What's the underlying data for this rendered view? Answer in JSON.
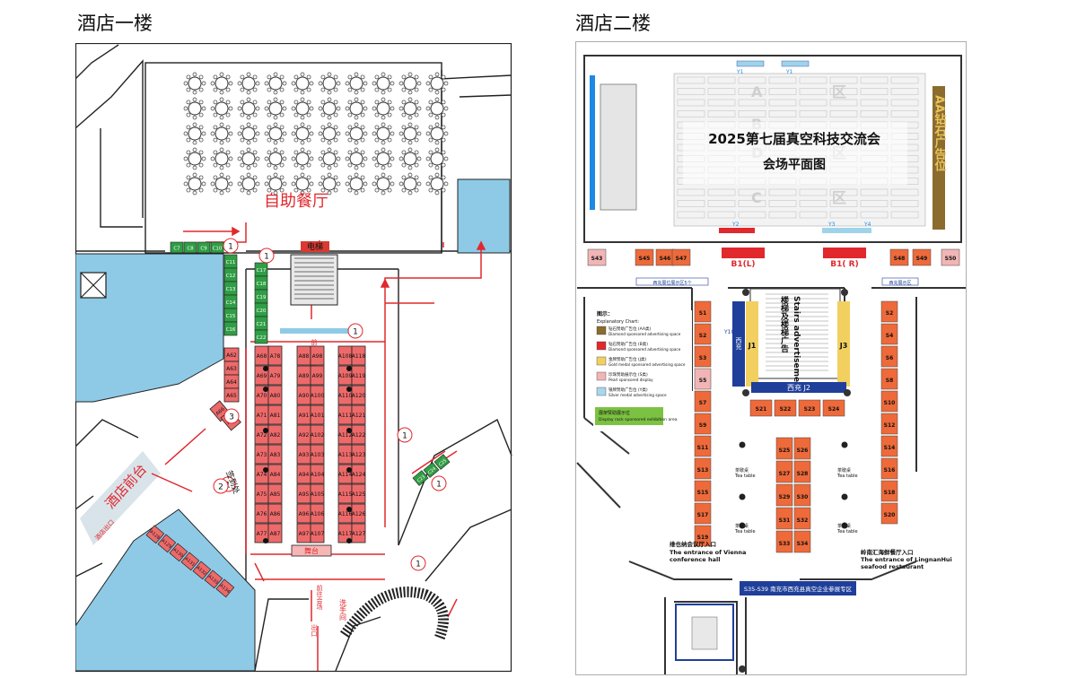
{
  "floor1": {
    "title": "酒店一楼",
    "buffet": "自助餐厅",
    "elevator": "电梯",
    "to_main_venue": "前往主会场",
    "to_venue": "前往会场",
    "exit": "出口",
    "reception": "酒店前台",
    "signin": "签到处",
    "toilet": "洗手间",
    "hotel_exit": "酒店出口",
    "stage": "舞台",
    "booth_columns": [
      [
        "A68",
        "A69",
        "A70",
        "A71",
        "A72",
        "A73",
        "A74",
        "A75",
        "A76",
        "A77"
      ],
      [
        "A78",
        "A79",
        "A80",
        "A81",
        "A82",
        "A83",
        "A84",
        "A85",
        "A86",
        "A87"
      ],
      [
        "A88",
        "A89",
        "A90",
        "A91",
        "A92",
        "A93",
        "A94",
        "A95",
        "A96",
        "A97"
      ],
      [
        "A98",
        "A99",
        "A100",
        "A101",
        "A102",
        "A103",
        "A104",
        "A105",
        "A106",
        "A107"
      ],
      [
        "A108",
        "A109",
        "A110",
        "A111",
        "A112",
        "A113",
        "A114",
        "A115",
        "A116",
        "A117"
      ],
      [
        "A118",
        "A119",
        "A120",
        "A121",
        "A122",
        "A123",
        "A124",
        "A125",
        "A126",
        "A127"
      ]
    ],
    "left_booths": [
      "A62",
      "A63",
      "A64",
      "A65"
    ],
    "diag_booths": [
      "A66",
      "A67"
    ],
    "c_top": [
      "C7",
      "C8",
      "C9",
      "C10"
    ],
    "c_col1": [
      "C11",
      "C12",
      "C13",
      "C14",
      "C15",
      "C16"
    ],
    "c_col2": [
      "C17",
      "C18",
      "C19",
      "C20",
      "C21",
      "C22"
    ],
    "c_bottom_right": [
      "C23",
      "C24",
      "C25"
    ],
    "bottom_booths": [
      "A128",
      "A129",
      "A130",
      "A131",
      "A132",
      "A133",
      "A134"
    ],
    "markers": [
      "1",
      "1",
      "1",
      "1",
      "1",
      "1",
      "1",
      "2",
      "3"
    ]
  },
  "floor2": {
    "title": "酒店二楼",
    "main_title": "2025第七届真空科技交流会",
    "sub_title": "会场平面图",
    "aa_banner": "AA钻石广告位",
    "zone_letters": [
      "A",
      "区",
      "B",
      "C",
      "区",
      "D",
      "区"
    ],
    "stair_text": "楼梯及楼梯广告",
    "stair_text_en": "Stairs advertisement",
    "xichong_j1": "西充",
    "xichong_j2": "西充 J2",
    "j1": "J1",
    "j3": "J3",
    "y_labels": [
      "Y1",
      "Y1",
      "Y2",
      "Y3",
      "Y4",
      "Y10"
    ],
    "b1l": "B1(L)",
    "b1r": "B1( R)",
    "s_top": [
      "S43",
      "S45",
      "S46",
      "S47",
      "S48",
      "S49",
      "S50"
    ],
    "s_left": [
      "S1",
      "S2",
      "S3",
      "S5",
      "S7",
      "S9",
      "S11",
      "S13",
      "S15",
      "S17",
      "S19"
    ],
    "s_right": [
      "S2",
      "S4",
      "S6",
      "S8",
      "S10",
      "S12",
      "S14",
      "S16",
      "S18",
      "S20"
    ],
    "s_mid_row": [
      "S21",
      "S22",
      "S23",
      "S24"
    ],
    "s_center_left": [
      "S25",
      "S27",
      "S29",
      "S31",
      "S33"
    ],
    "s_center_right": [
      "S26",
      "S28",
      "S30",
      "S32",
      "S34"
    ],
    "tea_table": "茶歇桌",
    "tea_table_en": "Tea table",
    "legend_title": "图示：",
    "legend_title_en": "Explanatory Chart:",
    "legend": [
      {
        "label": "钻石赞助广告位 (AA类)",
        "en": "Diamond sponsored advertising space",
        "color": "#8b6b2e"
      },
      {
        "label": "钻石赞助广告位 (B类)",
        "en": "Diamond sponsored advertising space",
        "color": "#e0282d"
      },
      {
        "label": "金牌赞助广告位 (J类)",
        "en": "Gold medal sponsored advertising space",
        "color": "#f2d060"
      },
      {
        "label": "珍珠赞助展示位 (S类)",
        "en": "Pearl sponsored display",
        "color": "#f2b5b5"
      },
      {
        "label": "银牌赞助广告位 (Y类)",
        "en": "Silver medal advertising space",
        "color": "#a8d6ee"
      }
    ],
    "display_rack": "展架赞助展示位",
    "display_rack_en": "Display rack sponsored exhibition area",
    "vienna": "维也纳会议厅入口",
    "vienna_en1": "The entrance of Vienna",
    "vienna_en2": "conference hall",
    "lingnan": "岭南汇海鲜餐厅入口",
    "lingnan_en1": "The entrance of LingnanHui",
    "lingnan_en2": "seafood restaurant",
    "xichong_zone": "S35-S39 南充市西充县真空企业参展专区",
    "top_strip_left": "西充展位展示区5个",
    "top_strip_right": "西充展示区",
    "colors": {
      "booth": "#ee6a3a",
      "red": "#e0282d",
      "blue": "#1f3f9a",
      "cyan": "#9fd3ec",
      "gold": "#8b6b2e",
      "yellow": "#f2d060",
      "green": "#7cc242"
    }
  }
}
